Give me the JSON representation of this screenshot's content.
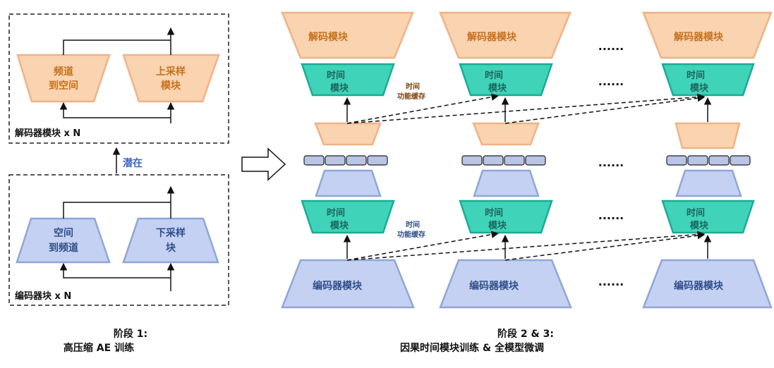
{
  "stage1": {
    "decoder_box_label": "解码器模块 x N",
    "encoder_box_label": "编码器块 x N",
    "freq_to_space": [
      "频道",
      "到空间"
    ],
    "upsample": [
      "上采样",
      "模块"
    ],
    "space_to_freq": [
      "空间",
      "到频道"
    ],
    "downsample": [
      "下采样",
      "块"
    ],
    "latent": "潜在",
    "caption": [
      "阶段 1:",
      "高压缩 AE 训练"
    ]
  },
  "stage2": {
    "decoder_block": "解码模块",
    "decoder_block_full": "解码器模块",
    "temporal_module": [
      "时间",
      "模块"
    ],
    "encoder_block": "编码器模块",
    "cache_label": [
      "时间",
      "功能缓存"
    ],
    "ellipsis": "······",
    "caption": [
      "阶段 2 & 3:",
      "因果时间模块训练 & 全模型微调"
    ]
  },
  "colors": {
    "orange_fill": "#fad3b0",
    "orange_stroke": "#f0b285",
    "orange_text": "#c6711d",
    "teal_fill": "#3fd4b9",
    "teal_stroke": "#1aab94",
    "teal_text": "#1b6660",
    "blue_fill": "#c5d1f2",
    "blue_stroke": "#8ea6d8",
    "blue_text": "#2f4f8a",
    "latent_blue": "#3b64c0"
  }
}
